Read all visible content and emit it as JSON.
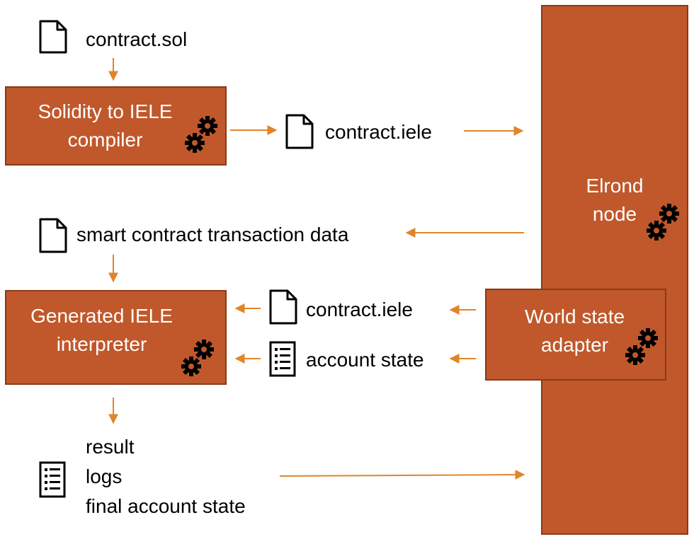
{
  "colors": {
    "box": "#c0582b",
    "box_border": "#8a3a17",
    "arrow": "#e0852a"
  },
  "compiler_box": {
    "label": "Solidity to IELE\ncompiler"
  },
  "interpreter_box": {
    "label": "Generated IELE\ninterpreter"
  },
  "node_box": {
    "label": "Elrond\nnode"
  },
  "adapter_box": {
    "label": "World state\nadapter"
  },
  "files": {
    "contract_sol": "contract.sol",
    "contract_iele_compiled": "contract.iele",
    "tx_data": "smart contract transaction data",
    "contract_iele_loaded": "contract.iele",
    "account_state": "account state"
  },
  "output": {
    "items": [
      "result",
      "logs",
      "final account state"
    ]
  },
  "icons": {
    "file": "file-icon",
    "list": "list-document-icon",
    "gear": "gears-icon"
  }
}
